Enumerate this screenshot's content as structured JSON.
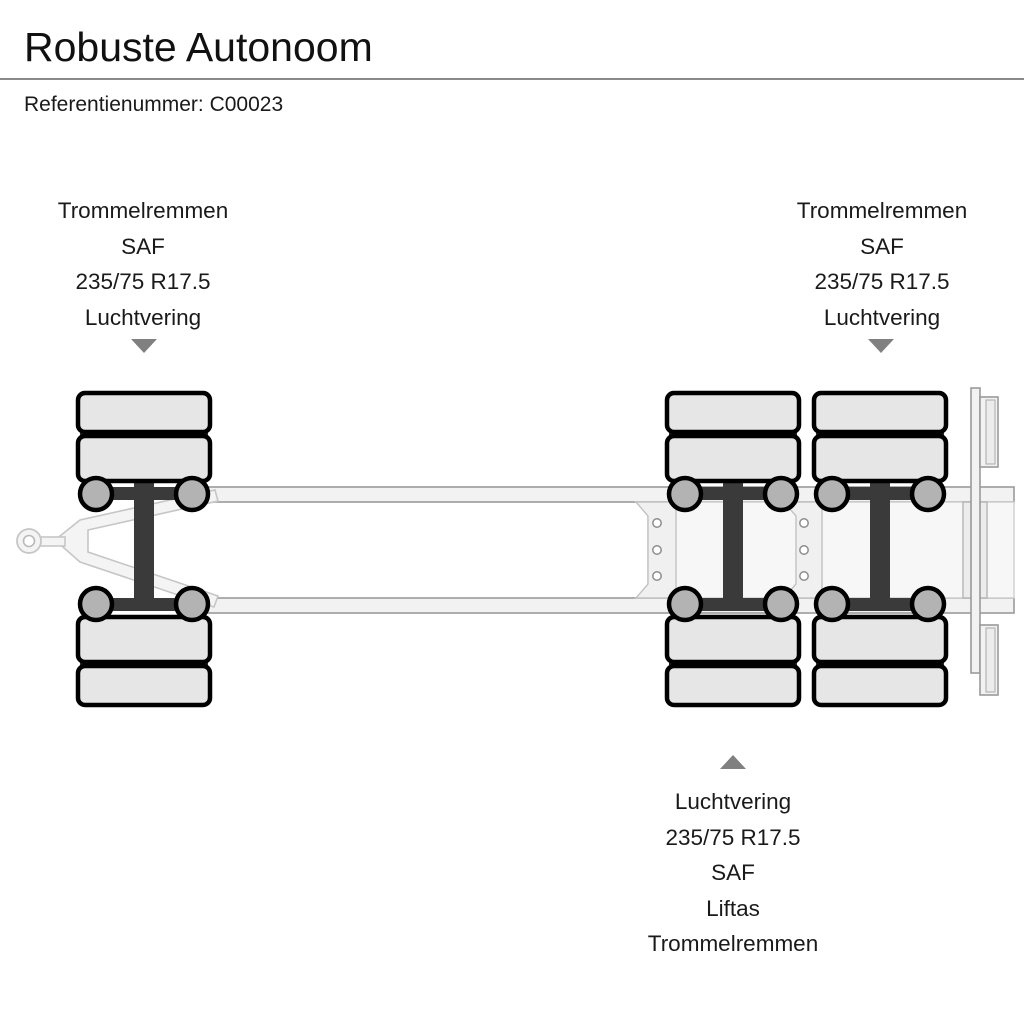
{
  "header": {
    "title": "Robuste Autonoom",
    "reference_label": "Referentienummer:",
    "reference_value": "C00023",
    "reference_line": "Referentienummer: C00023",
    "rule_color": "#8a8a8a"
  },
  "callouts": {
    "left": {
      "lines": [
        "Trommelremmen",
        "SAF",
        "235/75 R17.5",
        "Luchtvering"
      ],
      "marker": "triangle-down-icon",
      "marker_color": "#808080"
    },
    "right": {
      "lines": [
        "Trommelremmen",
        "SAF",
        "235/75 R17.5",
        "Luchtvering"
      ],
      "marker": "triangle-down-icon",
      "marker_color": "#808080"
    },
    "bottom": {
      "lines": [
        "Luchtvering",
        "235/75 R17.5",
        "SAF",
        "Liftas",
        "Trommelremmen"
      ],
      "marker": "triangle-up-icon",
      "marker_color": "#808080"
    }
  },
  "diagram": {
    "name": "trailer-top-view-schematic",
    "view": "top-view",
    "colors": {
      "tire_fill": "#e6e6e6",
      "tire_stroke": "#000000",
      "hub_fill": "#b3b3b3",
      "hub_stroke": "#000000",
      "axle_bar": "#3a3a3a",
      "chassis_fill": "#f2f2f2",
      "chassis_stroke": "#9a9a9a",
      "background": "#ffffff"
    },
    "axle_groups": [
      {
        "name": "front-axle-group",
        "axles": 1,
        "position": "front",
        "lift": false
      },
      {
        "name": "rear-axle-group-1",
        "axles": 1,
        "position": "rear",
        "lift": true
      },
      {
        "name": "rear-axle-group-2",
        "axles": 1,
        "position": "rear",
        "lift": false
      }
    ],
    "parts": [
      "towing-eye",
      "drawbar",
      "chassis-rail-upper",
      "chassis-rail-lower",
      "mounting-hole-bracket",
      "rear-bumper"
    ]
  }
}
